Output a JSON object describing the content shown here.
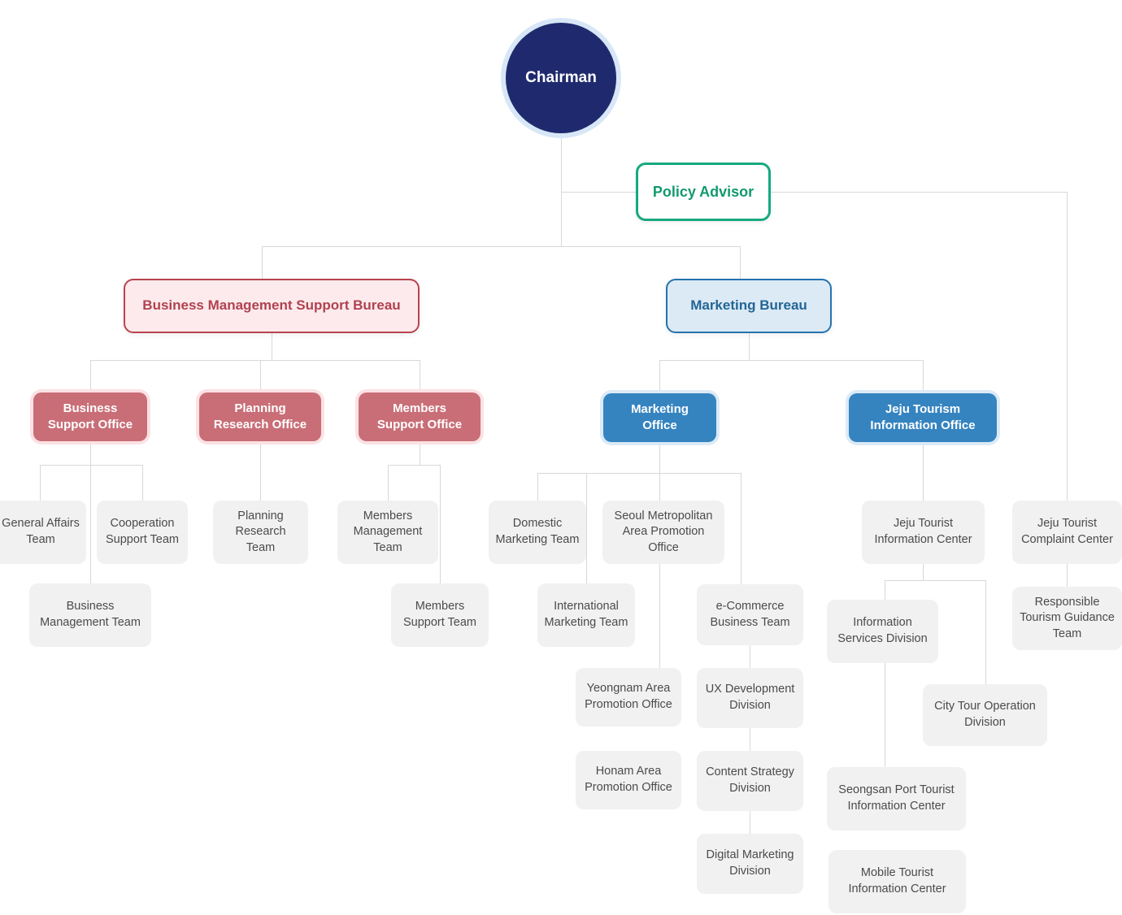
{
  "chart_data": {
    "type": "diagram",
    "title": "Organization Chart",
    "colors": {
      "root_fill": "#1f2a6e",
      "root_glow": "#d8e7f7",
      "advisor_border": "#16a97f",
      "advisor_text": "#12996f",
      "bureau_red_fill": "#fdeaec",
      "bureau_red_border": "#b8434f",
      "bureau_red_text": "#b04250",
      "bureau_blue_fill": "#dceaf6",
      "bureau_blue_border": "#2573ad",
      "bureau_blue_text": "#236594",
      "office_red_fill": "#c96e77",
      "office_blue_fill": "#3584c0",
      "leaf_fill": "#f1f1f1",
      "leaf_text": "#4b4b4b",
      "connector": "#d8d8d8"
    },
    "levels": [
      "root",
      "advisor",
      "bureau",
      "office",
      "team"
    ]
  },
  "root": {
    "label": "Chairman"
  },
  "advisor": {
    "label": "Policy Advisor"
  },
  "bureaus": [
    {
      "label": "Business Management Support Bureau"
    },
    {
      "label": "Marketing Bureau"
    }
  ],
  "offices": [
    {
      "label": "Business\nSupport Office",
      "line1": "Business",
      "line2": "Support Office"
    },
    {
      "label": "Planning\nResearch Office",
      "line1": "Planning",
      "line2": "Research Office"
    },
    {
      "label": "Members\nSupport Office",
      "line1": "Members",
      "line2": "Support Office"
    },
    {
      "label": "Marketing\nOffice",
      "line1": "Marketing",
      "line2": "Office"
    },
    {
      "label": "Jeju Tourism\nInformation Office",
      "line1": "Jeju Tourism",
      "line2": "Information Office"
    }
  ],
  "teams": {
    "general_affairs": "General Affairs Team",
    "cooperation_support": "Cooperation Support Team",
    "business_management": "Business Management Team",
    "planning_research": "Planning Research Team",
    "members_management": "Members Management Team",
    "members_support": "Members Support Team",
    "domestic_marketing": "Domestic Marketing Team",
    "international_marketing": "International Marketing Team",
    "seoul_metropolitan": "Seoul Metropolitan Area Promotion Office",
    "yeongnam_area": "Yeongnam Area Promotion Office",
    "honam_area": "Honam Area Promotion Office",
    "ecommerce_business": "e-Commerce Business Team",
    "ux_development": "UX Development Division",
    "content_strategy": "Content Strategy Division",
    "digital_marketing": "Digital Marketing Division",
    "jeju_tourist_info_center": "Jeju Tourist Information Center",
    "jeju_tourist_complaint": "Jeju Tourist Complaint Center",
    "information_services": "Information Services Division",
    "city_tour_operation": "City Tour Operation Division",
    "responsible_tourism": "Responsible Tourism Guidance Team",
    "seongsan_port": "Seongsan Port Tourist Information Center",
    "mobile_tourist": "Mobile Tourist Information Center"
  }
}
